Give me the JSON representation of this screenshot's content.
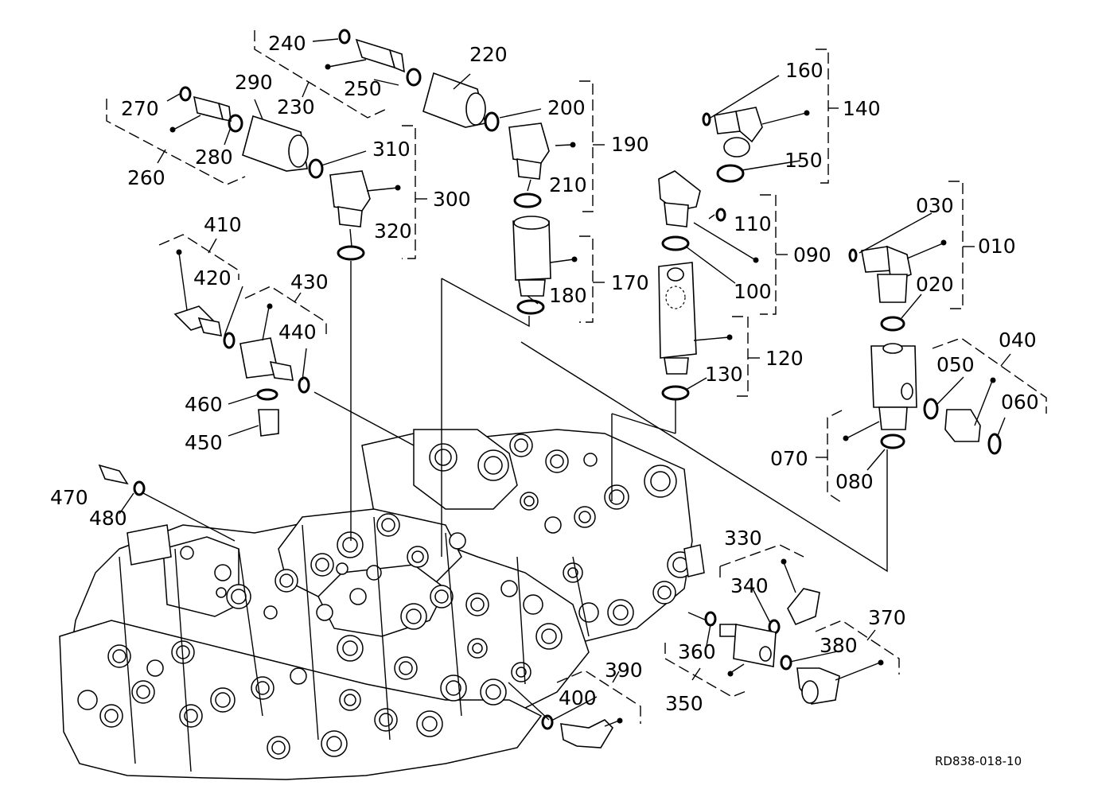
{
  "diagram": {
    "drawing_code": "RD838-018-10",
    "callouts": [
      {
        "id": "010",
        "text": "010"
      },
      {
        "id": "020",
        "text": "020"
      },
      {
        "id": "030",
        "text": "030"
      },
      {
        "id": "040",
        "text": "040"
      },
      {
        "id": "050",
        "text": "050"
      },
      {
        "id": "060",
        "text": "060"
      },
      {
        "id": "070",
        "text": "070"
      },
      {
        "id": "080",
        "text": "080"
      },
      {
        "id": "090",
        "text": "090"
      },
      {
        "id": "100",
        "text": "100"
      },
      {
        "id": "110",
        "text": "110"
      },
      {
        "id": "120",
        "text": "120"
      },
      {
        "id": "130",
        "text": "130"
      },
      {
        "id": "140",
        "text": "140"
      },
      {
        "id": "150",
        "text": "150"
      },
      {
        "id": "160",
        "text": "160"
      },
      {
        "id": "170",
        "text": "170"
      },
      {
        "id": "180",
        "text": "180"
      },
      {
        "id": "190",
        "text": "190"
      },
      {
        "id": "200",
        "text": "200"
      },
      {
        "id": "210",
        "text": "210"
      },
      {
        "id": "220",
        "text": "220"
      },
      {
        "id": "230",
        "text": "230"
      },
      {
        "id": "240",
        "text": "240"
      },
      {
        "id": "250",
        "text": "250"
      },
      {
        "id": "260",
        "text": "260"
      },
      {
        "id": "270",
        "text": "270"
      },
      {
        "id": "280",
        "text": "280"
      },
      {
        "id": "290",
        "text": "290"
      },
      {
        "id": "300",
        "text": "300"
      },
      {
        "id": "310",
        "text": "310"
      },
      {
        "id": "320",
        "text": "320"
      },
      {
        "id": "330",
        "text": "330"
      },
      {
        "id": "340",
        "text": "340"
      },
      {
        "id": "350",
        "text": "350"
      },
      {
        "id": "360",
        "text": "360"
      },
      {
        "id": "370",
        "text": "370"
      },
      {
        "id": "380",
        "text": "380"
      },
      {
        "id": "390",
        "text": "390"
      },
      {
        "id": "400",
        "text": "400"
      },
      {
        "id": "410",
        "text": "410"
      },
      {
        "id": "420",
        "text": "420"
      },
      {
        "id": "430",
        "text": "430"
      },
      {
        "id": "440",
        "text": "440"
      },
      {
        "id": "450",
        "text": "450"
      },
      {
        "id": "460",
        "text": "460"
      },
      {
        "id": "470",
        "text": "470"
      },
      {
        "id": "480",
        "text": "480"
      }
    ]
  }
}
